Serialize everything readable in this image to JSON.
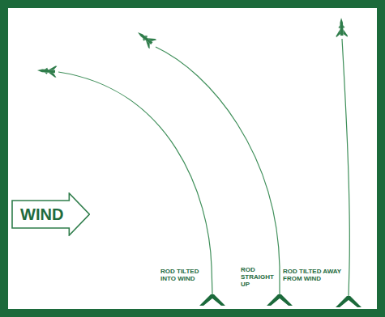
{
  "diagram": {
    "nodes": [
      {
        "text": [
          "WIND"
        ]
      }
    ],
    "labels": [
      "ROD TILTED INTO WIND",
      "ROD STRAIGHT UP",
      "ROD TILTED AWAY FROM WIND"
    ]
  }
}
